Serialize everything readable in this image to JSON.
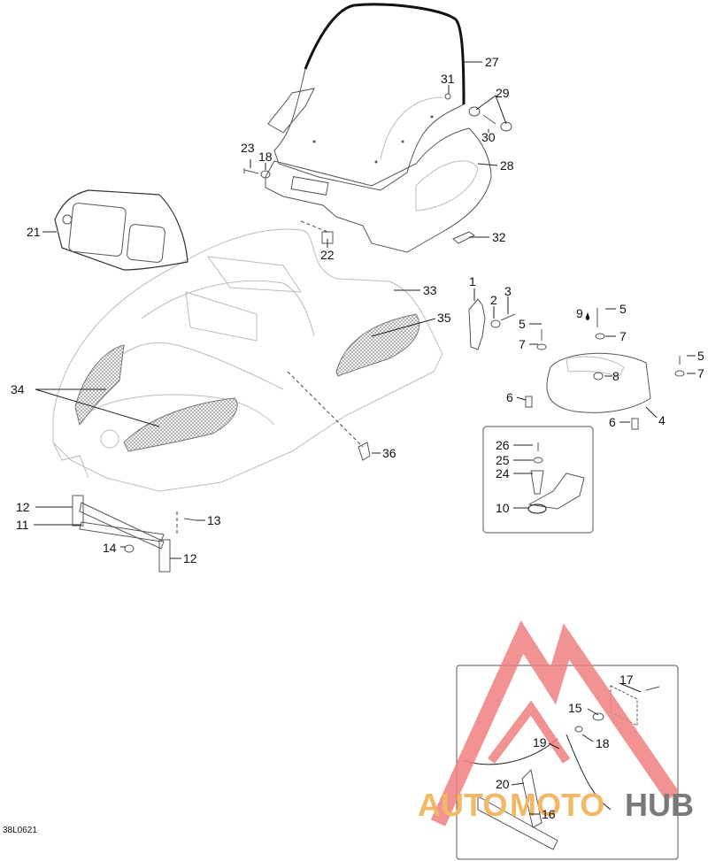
{
  "figure_code": "38L0621",
  "watermark": {
    "part1": "AUTO",
    "part2": "MOTO",
    "part3": "HUB",
    "color_orange": "#f2b866",
    "color_gray": "#7a7a7a",
    "color_red": "#f08080"
  },
  "callouts": {
    "c1": "1",
    "c2": "2",
    "c3": "3",
    "c4": "4",
    "c5a": "5",
    "c5b": "5",
    "c5c": "5",
    "c6a": "6",
    "c6b": "6",
    "c7a": "7",
    "c7b": "7",
    "c7c": "7",
    "c8": "8",
    "c9": "9",
    "c10": "10",
    "c11": "11",
    "c12a": "12",
    "c12b": "12",
    "c13": "13",
    "c14": "14",
    "c15": "15",
    "c16": "16",
    "c17": "17",
    "c18a": "18",
    "c18b": "18",
    "c19": "19",
    "c20": "20",
    "c21": "21",
    "c22": "22",
    "c23": "23",
    "c24": "24",
    "c25": "25",
    "c26": "26",
    "c27": "27",
    "c28": "28",
    "c29": "29",
    "c30": "30",
    "c31": "31",
    "c32": "32",
    "c33": "33",
    "c34": "34",
    "c35": "35",
    "c36": "36"
  }
}
